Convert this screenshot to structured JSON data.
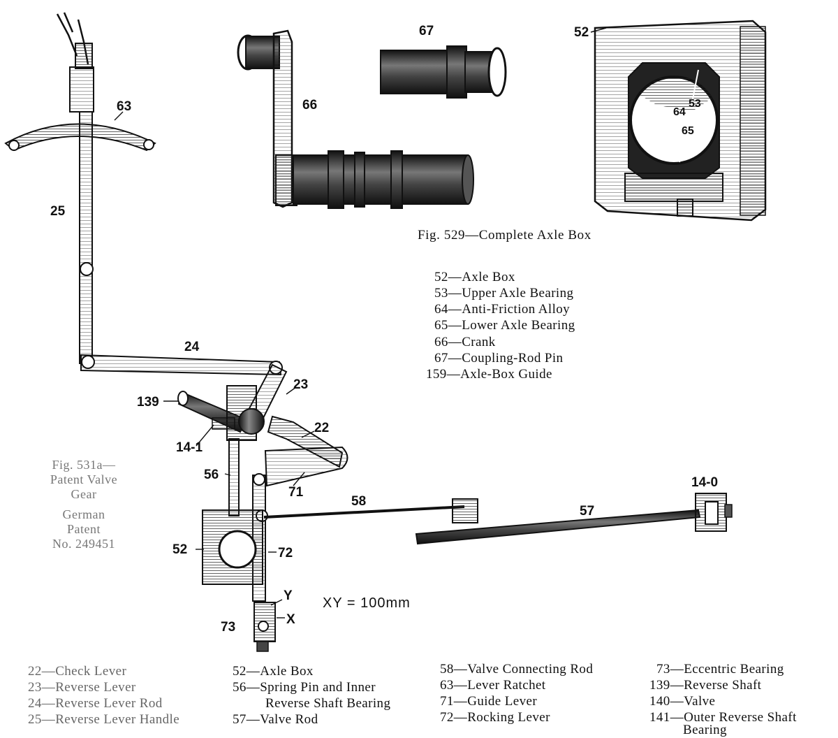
{
  "figures": {
    "axle_box": {
      "caption": "Fig. 529—Complete Axle Box",
      "legend": [
        "52—Axle Box",
        "53—Upper Axle Bearing",
        "64—Anti-Friction Alloy",
        "65—Lower Axle Bearing",
        "66—Crank",
        "67—Coupling-Rod Pin",
        "159—Axle-Box Guide"
      ],
      "callouts": {
        "crank": "66",
        "pin": "67",
        "box": "52",
        "upper": "53",
        "alloy": "64",
        "lower": "65"
      }
    },
    "valve_gear": {
      "caption_lines": [
        "Fig. 531a—",
        "Patent Valve",
        "Gear",
        "German",
        "Patent",
        "No. 249451"
      ],
      "dimension_note": "XY = 100mm",
      "callouts": {
        "c63": "63",
        "c25": "25",
        "c24": "24",
        "c23": "23",
        "c22": "22",
        "c139": "139",
        "c141": "14-1",
        "c56": "56",
        "c71": "71",
        "c58": "58",
        "c57": "57",
        "c140": "14-0",
        "c52": "52",
        "c72": "72",
        "cY": "Y",
        "cX": "X",
        "c73": "73"
      }
    }
  },
  "bottom_legend": {
    "col1": [
      "22—Check Lever",
      "23—Reverse Lever",
      "24—Reverse Lever Rod",
      "25—Reverse Lever Handle"
    ],
    "col2": [
      "52—Axle Box",
      "56—Spring Pin and Inner",
      "Reverse Shaft Bearing",
      "57—Valve Rod"
    ],
    "col3": [
      "58—Valve Connecting Rod",
      "63—Lever Ratchet",
      "71—Guide Lever",
      "72—Rocking Lever"
    ],
    "col4": [
      "73—Eccentric Bearing",
      "139—Reverse Shaft",
      "140—Valve",
      "141—Outer Reverse Shaft",
      "Bearing"
    ]
  }
}
